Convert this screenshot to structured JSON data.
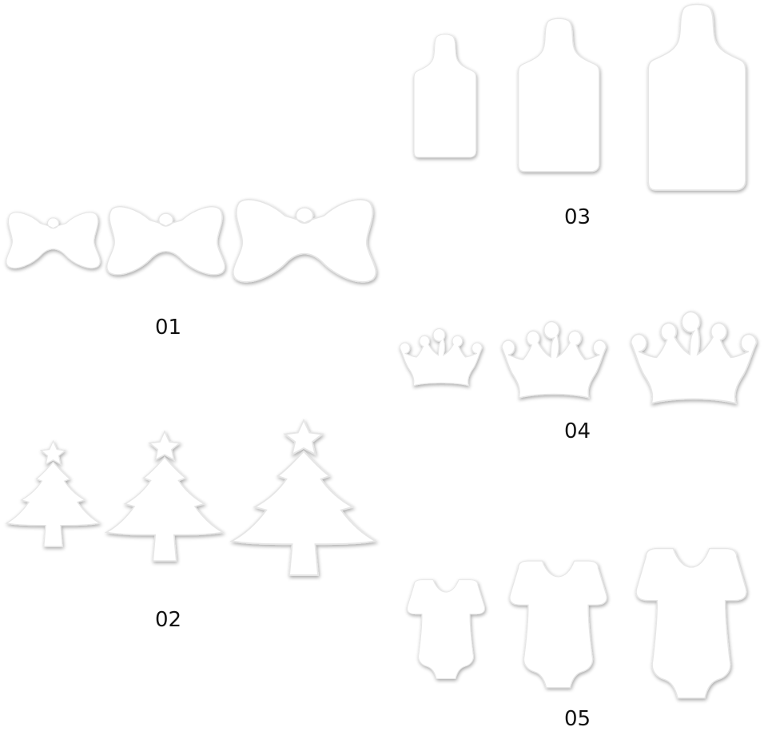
{
  "groups": [
    {
      "label": "01",
      "shape": "bow"
    },
    {
      "label": "02",
      "shape": "christmas-tree"
    },
    {
      "label": "03",
      "shape": "bottle"
    },
    {
      "label": "04",
      "shape": "crown"
    },
    {
      "label": "05",
      "shape": "baby-bodysuit"
    }
  ],
  "colors": {
    "background": "#ffffff",
    "shape_fill": "#ffffff",
    "shape_edge": "#e6e6e6",
    "label_text": "#111111"
  }
}
